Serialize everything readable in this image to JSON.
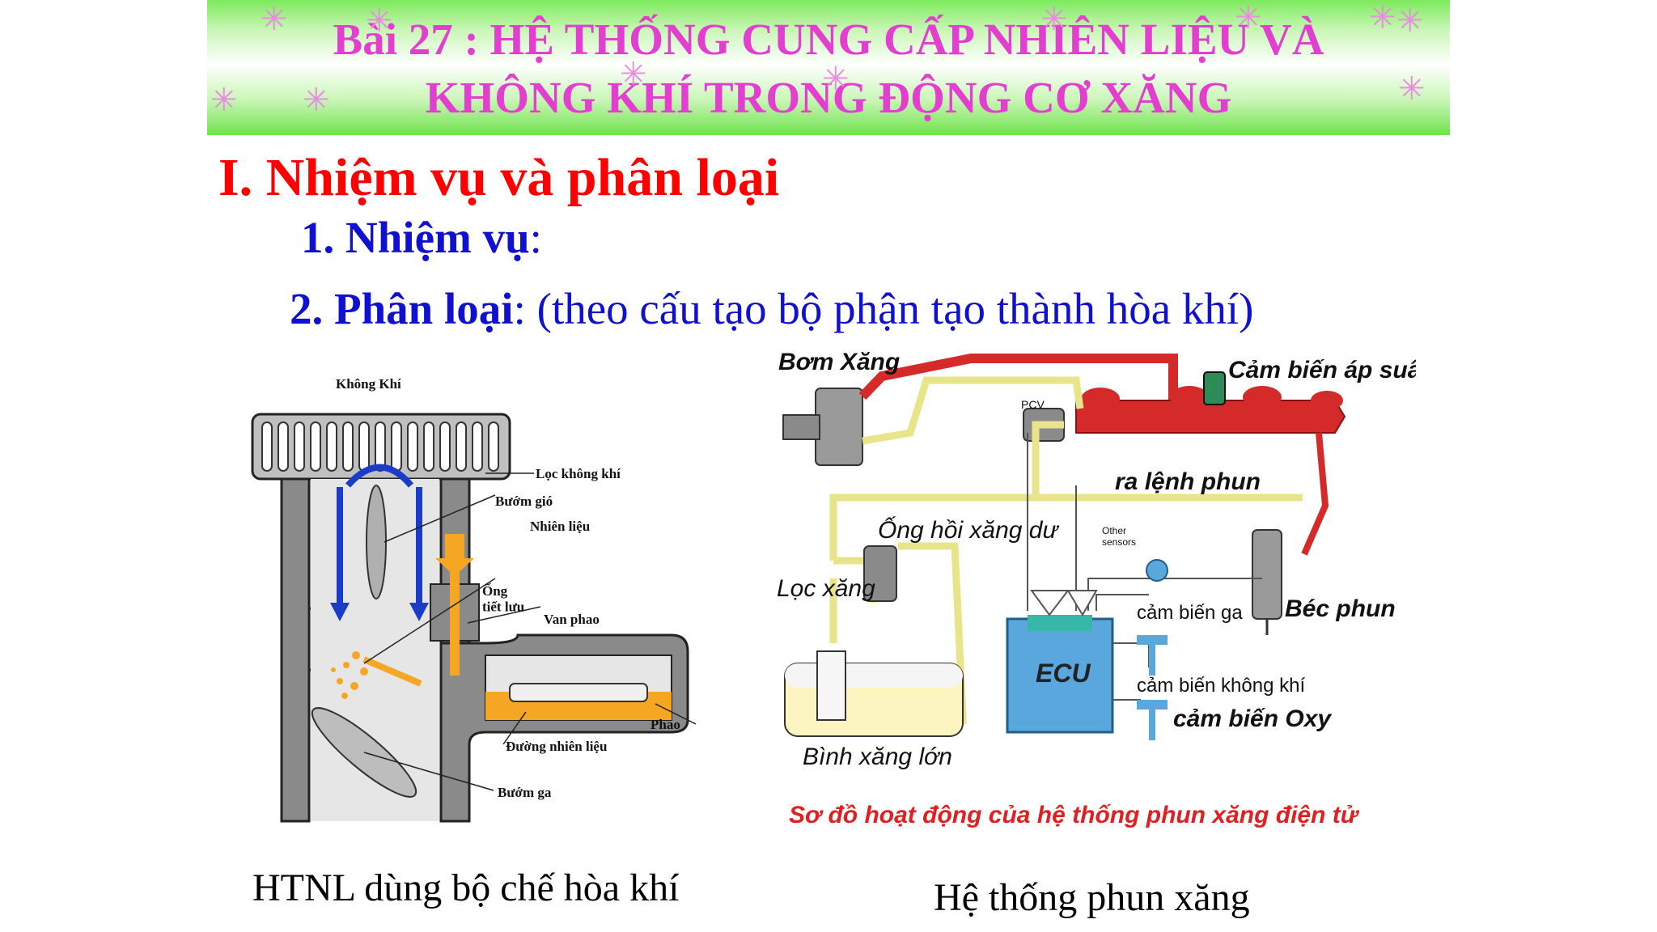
{
  "banner": {
    "title_line1": "Bài 27 : HỆ THỐNG CUNG CẤP NHIÊN LIỆU VÀ",
    "title_line2": "KHÔNG KHÍ TRONG ĐỘNG CƠ XĂNG",
    "colors": {
      "title": "#e23fd0",
      "bar_green": "#6fe24a"
    }
  },
  "section": {
    "heading": "I. Nhiệm vụ và phân loại",
    "item1_label": "1. Nhiệm vụ",
    "item1_suffix": ":",
    "item2_label": "2. Phân loại",
    "item2_suffix": ": (theo cấu tạo bộ phận tạo thành hòa khí)"
  },
  "carburetor": {
    "air_label": "Không Khí",
    "labels": {
      "air_filter": "Lọc không khí",
      "choke_valve": "Bướm gió",
      "fuel": "Nhiên liệu",
      "jet": "Ống\ntiết lưu",
      "float_valve": "Van phao",
      "float": "Phao",
      "fuel_line": "Đường nhiên liệu",
      "throttle": "Bướm ga"
    },
    "caption": "HTNL dùng bộ chế hòa khí"
  },
  "efi": {
    "labels": {
      "pump": "Bơm Xăng",
      "pressure_sensor": "Cảm biến áp suất",
      "pcv": "PCV",
      "inject_command": "ra lệnh phun",
      "return_line": "Ống hồi xăng dư",
      "other_sensors": "Other\nsensors",
      "fuel_filter": "Lọc xăng",
      "throttle_sensor": "cảm biến ga",
      "injector": "Béc phun",
      "ecu": "ECU",
      "air_sensor": "cảm biến không khí",
      "oxy_sensor": "cảm biến Oxy",
      "tank": "Bình xăng lớn"
    },
    "diagram_caption": "Sơ đồ hoạt động của hệ thống phun xăng điện tử",
    "caption": "Hệ thống phun xăng",
    "colors": {
      "fuel_rail": "#d42a2a",
      "return_line": "#e8e48a",
      "ecu": "#5aa7dd",
      "caption_red": "#e02020"
    }
  }
}
